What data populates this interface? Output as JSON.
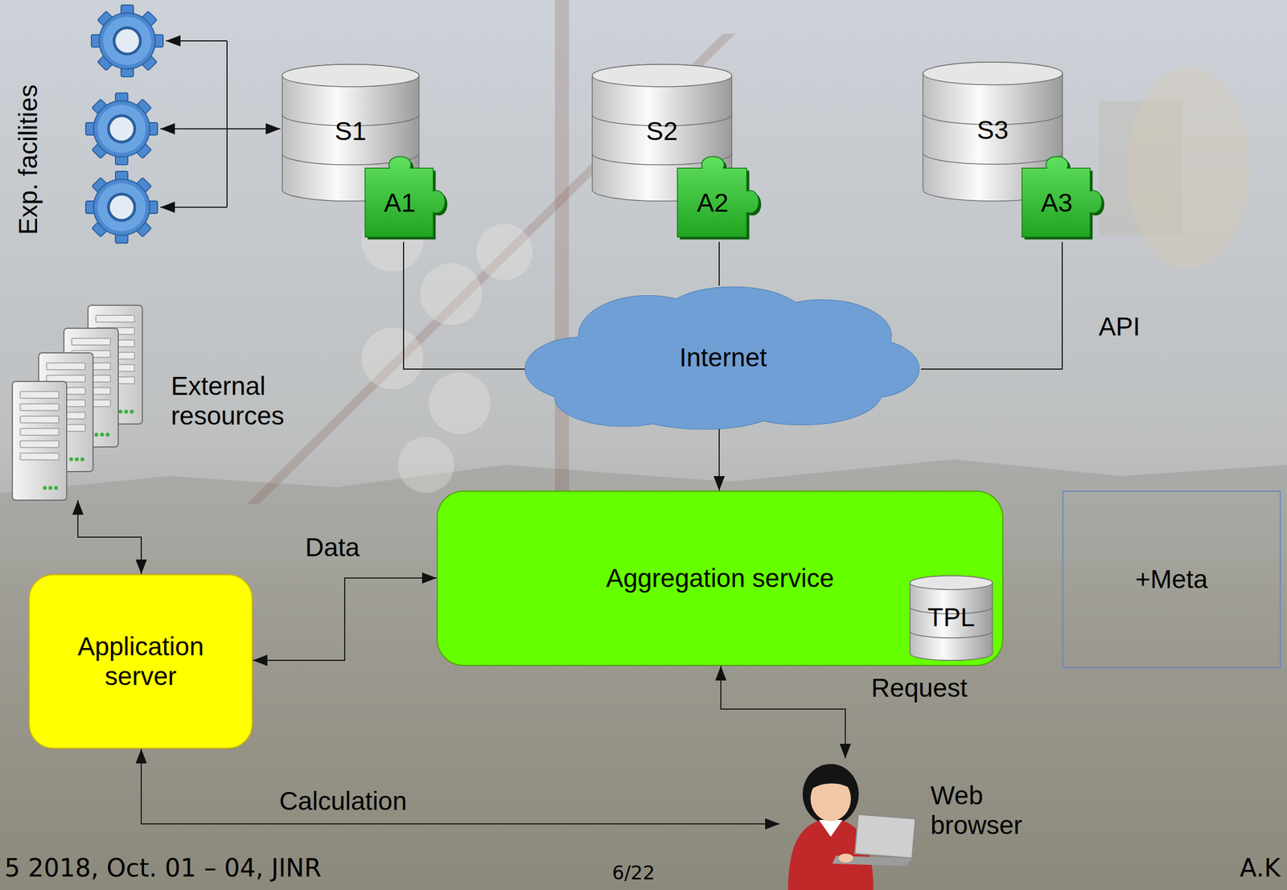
{
  "diagram": {
    "nodes": [
      {
        "text": [
          "S1"
        ]
      },
      {
        "text": [
          "A1"
        ]
      },
      {
        "text": [
          "S2"
        ]
      },
      {
        "text": [
          "A2"
        ]
      },
      {
        "text": [
          "S3"
        ]
      },
      {
        "text": [
          "A3"
        ]
      },
      {
        "text": [
          "External resources"
        ]
      },
      {
        "text": [
          "Internet"
        ]
      },
      {
        "text": [
          "Aggregation service"
        ]
      },
      {
        "text": [
          "TPL"
        ],
        "in": 8
      },
      {
        "text": [
          "+Meta"
        ]
      },
      {
        "text": [
          "Application server"
        ]
      },
      {
        "text": [
          "Web browser"
        ]
      }
    ],
    "edges": [
      {
        "from": 1,
        "to": 7,
        "arrow": "none"
      },
      {
        "from": 3,
        "to": 7,
        "arrow": "none"
      },
      {
        "from": 5,
        "to": 7,
        "label": "API",
        "arrow": "none"
      },
      {
        "from": 7,
        "to": 8,
        "arrow": "to"
      },
      {
        "from": 11,
        "to": 8,
        "label": "Data",
        "arrow": "both"
      },
      {
        "from": 8,
        "to": 12,
        "label": "Request",
        "arrow": "both"
      },
      {
        "from": 11,
        "to": 12,
        "label": "Calculation",
        "arrow": "both"
      },
      {
        "from": 6,
        "to": 11,
        "arrow": "both"
      }
    ],
    "labels": [
      "Exp. facilities",
      "5 2018, Oct. 01 – 04, JINR",
      "6/22",
      "A.K"
    ]
  }
}
